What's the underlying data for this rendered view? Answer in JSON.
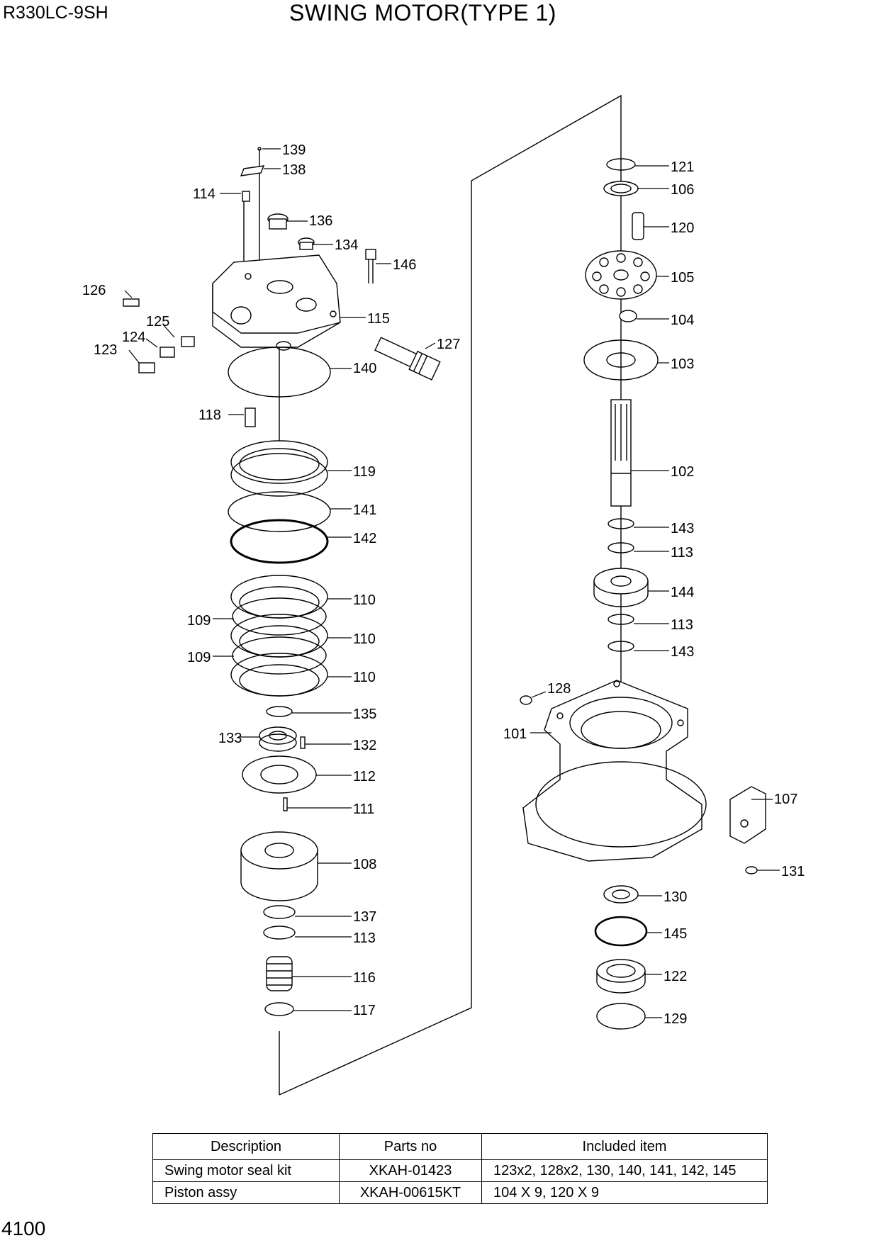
{
  "header": {
    "model": "R330LC-9SH",
    "title": "SWING MOTOR(TYPE 1)"
  },
  "diagram": {
    "callouts": [
      "139",
      "138",
      "114",
      "136",
      "134",
      "146",
      "126",
      "115",
      "125",
      "124",
      "123",
      "127",
      "140",
      "118",
      "119",
      "141",
      "142",
      "110",
      "109",
      "110",
      "109",
      "110",
      "135",
      "133",
      "132",
      "112",
      "111",
      "108",
      "137",
      "113",
      "116",
      "117",
      "121",
      "106",
      "120",
      "105",
      "104",
      "103",
      "102",
      "143",
      "113",
      "144",
      "113",
      "143",
      "128",
      "101",
      "107",
      "131",
      "130",
      "145",
      "122",
      "129"
    ]
  },
  "kit_table": {
    "headers": [
      "Description",
      "Parts no",
      "Included item"
    ],
    "rows": [
      [
        "Swing motor seal kit",
        "XKAH-01423",
        "123x2, 128x2, 130, 140, 141, 142, 145"
      ],
      [
        "Piston assy",
        "XKAH-00615KT",
        "104 X 9, 120 X 9"
      ]
    ]
  },
  "footer": {
    "page_number": "4100"
  }
}
